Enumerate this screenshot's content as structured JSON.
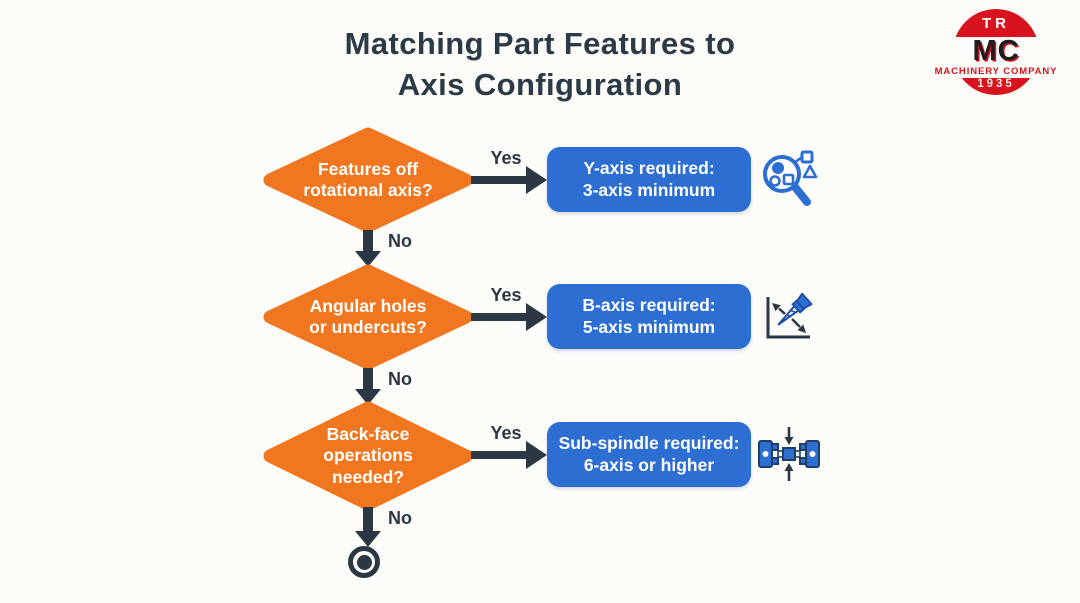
{
  "colors": {
    "background": "#FCFCF9",
    "heading_dark": "#2C3A47",
    "diamond_orange": "#F0771F",
    "result_blue": "#2D6ED3",
    "arrow_dark": "#2B3844",
    "logo_red": "#D7141D"
  },
  "title": "Matching Part Features to\nAxis Configuration",
  "logo": {
    "top_text": "TR",
    "monogram": "MC",
    "company_name": "MACHINERY COMPANY",
    "year": "1935"
  },
  "labels": {
    "yes": "Yes",
    "no": "No"
  },
  "flow": {
    "steps": [
      {
        "question": "Features off\nrotational axis?",
        "result": "Y-axis required:\n3-axis minimum",
        "icon": "feature-inspection-magnifier-icon"
      },
      {
        "question": "Angular holes\nor undercuts?",
        "result": "B-axis required:\n5-axis minimum",
        "icon": "angled-drill-b-axis-icon"
      },
      {
        "question": "Back-face\noperations\nneeded?",
        "result": "Sub-spindle required:\n6-axis or higher",
        "icon": "sub-spindle-chucks-icon"
      }
    ]
  }
}
